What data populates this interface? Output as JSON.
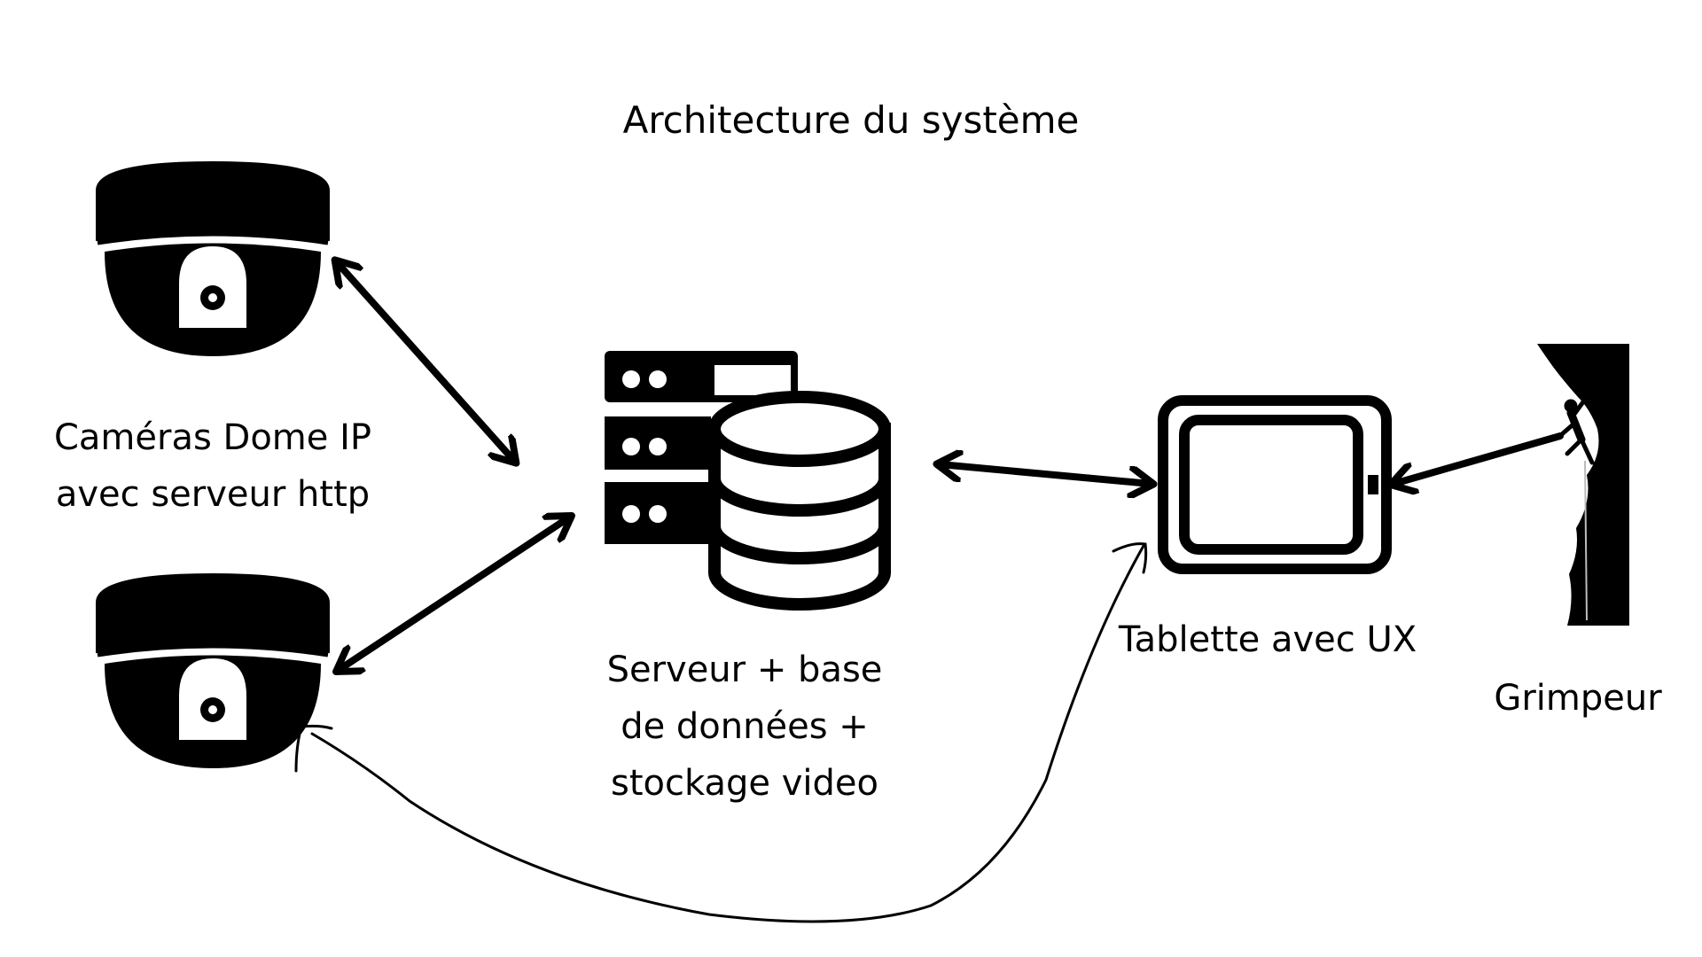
{
  "title": "Architecture du système",
  "cameras": {
    "label_line1": "Caméras Dome IP",
    "label_line2": "avec serveur http",
    "icon": "dome-camera-icon"
  },
  "server": {
    "label_line1": "Serveur + base",
    "label_line2": "de données +",
    "label_line3": "stockage video",
    "icon": "server-database-icon"
  },
  "tablet": {
    "label": "Tablette avec UX",
    "icon": "tablet-icon"
  },
  "climber": {
    "label": "Grimpeur",
    "icon": "climber-icon"
  },
  "colors": {
    "foreground": "#000000",
    "background": "#ffffff"
  }
}
